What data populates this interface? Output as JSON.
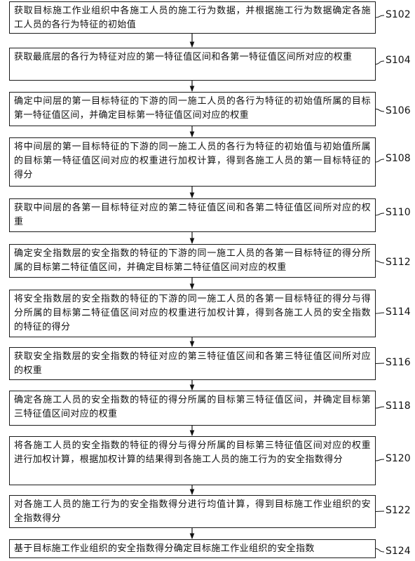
{
  "steps": [
    {
      "id": "S102",
      "text": "获取目标施工作业组织中各施工人员的施工行为数据，并根据施工行为数据确定各施工人员的各行为特征的初始值"
    },
    {
      "id": "S104",
      "text": "获取最底层的各行为特征对应的第一特征值区间和各第一特征值区间所对应的权重"
    },
    {
      "id": "S106",
      "text": "确定中间层的第一目标特征的下游的同一施工人员的各行为特征的初始值所属的目标第一特征值区间，并确定目标第一特征值区间对应的权重"
    },
    {
      "id": "S108",
      "text": "将中间层的第一目标特征的下游的同一施工人员的各行为特征的初始值与初始值所属的目标第一特征值区间对应的权重进行加权计算，得到各施工人员的第一目标特征的得分"
    },
    {
      "id": "S110",
      "text": "获取中间层的各第一目标特征对应的第二特征值区间和各第二特征值区间所对应的权重"
    },
    {
      "id": "S112",
      "text": "确定安全指数层的安全指数的特征的下游的同一施工人员的各第一目标特征的得分所属的目标第二特征值区间，并确定目标第二特征值区间对应的权重"
    },
    {
      "id": "S114",
      "text": "将安全指数层的安全指数的特征的下游的同一施工人员的各第一目标特征的得分与得分所属的目标第二特征值区间对应的权重进行加权计算，得到各施工人员的安全指数的特征的得分"
    },
    {
      "id": "S116",
      "text": "获取安全指数层的安全指数的特征对应的第三特征值区间和各第三特征值区间所对应的权重"
    },
    {
      "id": "S118",
      "text": "确定各施工人员的安全指数的特征的得分所属的目标第三特征值区间，并确定目标第三特征值区间对应的权重"
    },
    {
      "id": "S120",
      "text": "将各施工人员的安全指数的特征的得分与得分所属的目标第三特征值区间对应的权重进行加权计算，根据加权计算的结果得到各施工人员的施工行为的安全指数得分"
    },
    {
      "id": "S122",
      "text": "对各施工人员的施工行为的安全指数得分进行均值计算，得到目标施工作业组织的安全指数得分"
    },
    {
      "id": "S124",
      "text": "基于目标施工作业组织的安全指数得分确定目标施工作业组织的安全指数"
    }
  ]
}
